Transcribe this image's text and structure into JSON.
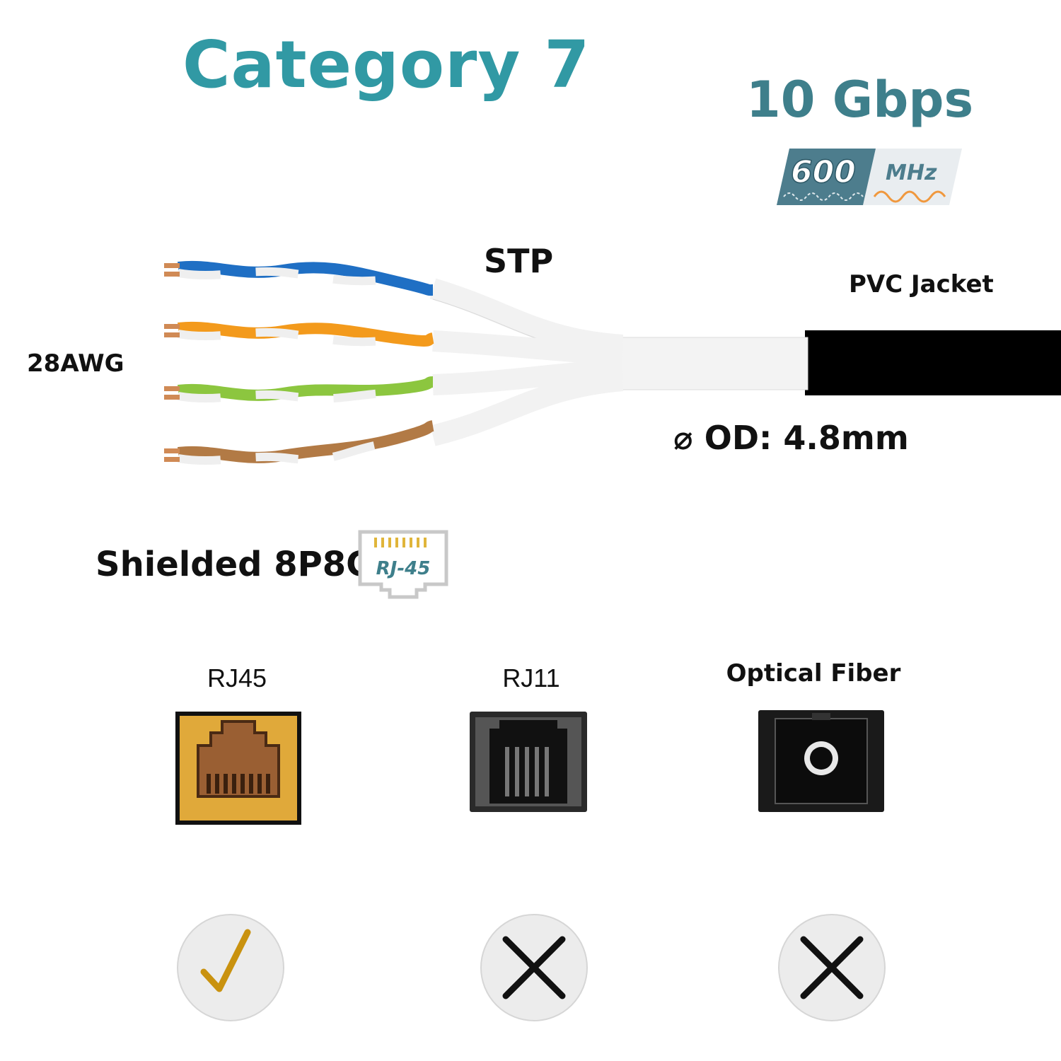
{
  "header": {
    "title": "Category 7",
    "speed": "10 Gbps",
    "frequency_value": "600",
    "frequency_unit": "MHz"
  },
  "cable": {
    "shield_label": "STP",
    "jacket_label": "PVC Jacket",
    "gauge_label": "28AWG",
    "diameter_label": "⌀ OD: 4.8mm",
    "pair_colors": [
      "#1f6fc4",
      "#f39a1c",
      "#8cc63f",
      "#b27a45"
    ],
    "jacket_color": "#000000"
  },
  "connector": {
    "label": "Shielded 8P8C",
    "icon_text": "RJ-45"
  },
  "compatibility": [
    {
      "label": "RJ45",
      "icon": "rj45-port-icon",
      "compatible": true
    },
    {
      "label": "RJ11",
      "icon": "rj11-port-icon",
      "compatible": false
    },
    {
      "label": "Optical Fiber",
      "icon": "optical-fiber-port-icon",
      "compatible": false
    }
  ],
  "colors": {
    "accent": "#3199a4",
    "accent_dark": "#3e7f8b",
    "check": "#c9920f"
  }
}
